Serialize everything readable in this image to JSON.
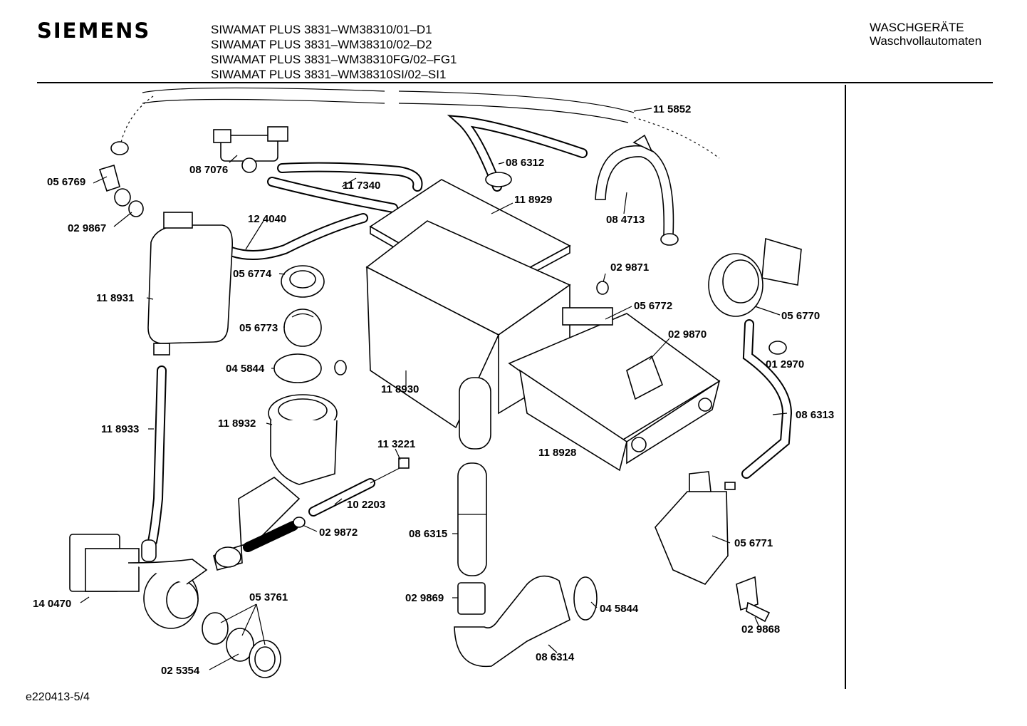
{
  "header": {
    "brand": "SIEMENS",
    "models": [
      "SIWAMAT PLUS 3831–WM38310/01–D1",
      "SIWAMAT PLUS 3831–WM38310/02–D2",
      "SIWAMAT PLUS 3831–WM38310FG/02–FG1",
      "SIWAMAT PLUS 3831–WM38310SI/02–SI1"
    ],
    "category_line1": "WASCHGERÄTE",
    "category_line2": "Waschvollautomaten"
  },
  "footer": {
    "doc_id": "e220413-5/4"
  },
  "parts": {
    "p115852": "11 5852",
    "p056769": "05 6769",
    "p029867": "02 9867",
    "p087076": "08 7076",
    "p117340": "11 7340",
    "p086312": "08 6312",
    "p118929": "11 8929",
    "p084713": "08 4713",
    "p124040": "12 4040",
    "p118931": "11 8931",
    "p056774": "05 6774",
    "p056773": "05 6773",
    "p045844a": "04 5844",
    "p118930": "11 8930",
    "p029871": "02 9871",
    "p056772": "05 6772",
    "p029870": "02 9870",
    "p056770": "05 6770",
    "p012970": "01 2970",
    "p086313": "08 6313",
    "p118933": "11 8933",
    "p118932": "11 8932",
    "p113221": "11 3221",
    "p102203": "10 2203",
    "p118928": "11 8928",
    "p029872": "02 9872",
    "p086315": "08 6315",
    "p056771": "05 6771",
    "p140470": "14 0470",
    "p053761": "05 3761",
    "p029869": "02 9869",
    "p045844b": "04 5844",
    "p029868": "02 9868",
    "p025354": "02 5354",
    "p086314": "08 6314"
  }
}
